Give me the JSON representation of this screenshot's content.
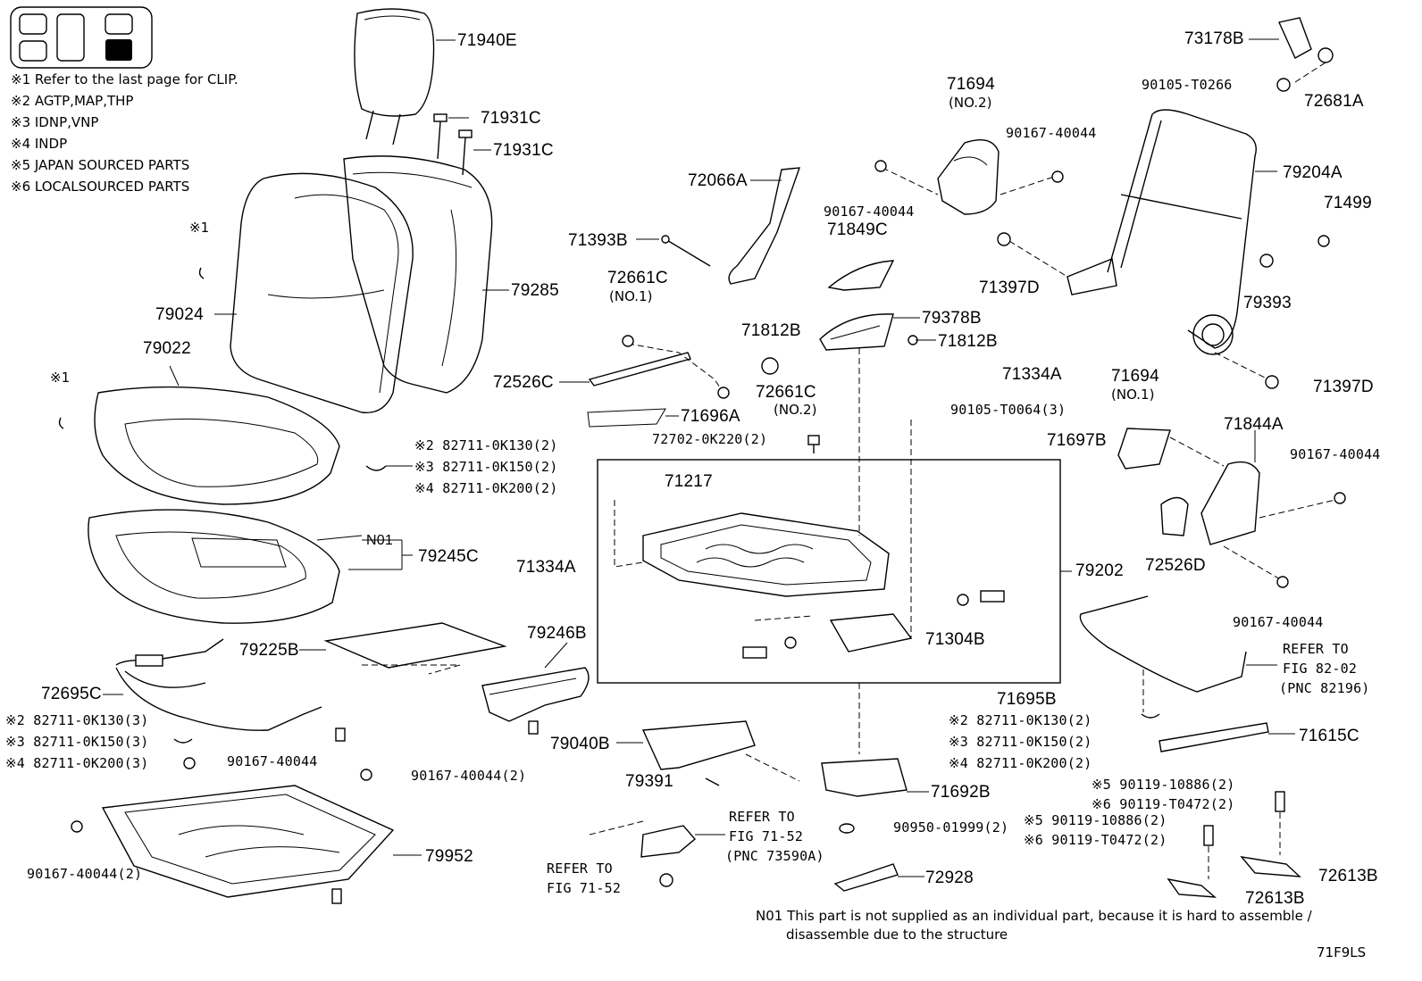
{
  "legend": {
    "notes": [
      "※1 Refer to the last page for CLIP.",
      "※2 AGTP,MAP,THP",
      "※3 IDNP,VNP",
      "※4 INDP",
      "※5 JAPAN SOURCED PARTS",
      "※6 LOCALSOURCED PARTS"
    ]
  },
  "labels": {
    "p71940E": "71940E",
    "p71931C_a": "71931C",
    "p71931C_b": "71931C",
    "p79285": "79285",
    "p79024": "79024",
    "p79022": "79022",
    "clip1_a": "※1",
    "clip1_b": "※1",
    "p82711_a": "※2 82711-0K130(2)",
    "p82711_b": "※3 82711-0K150(2)",
    "p82711_c": "※4 82711-0K200(2)",
    "pN01": "N01",
    "p79245C": "79245C",
    "p79225B": "79225B",
    "p72695C": "72695C",
    "p82711_d": "※2 82711-0K130(3)",
    "p82711_e": "※3 82711-0K150(3)",
    "p82711_f": "※4 82711-0K200(3)",
    "p90167_a": "90167-40044",
    "p90167_b": "90167-40044(2)",
    "p90167_c": "90167-40044(2)",
    "p79952": "79952",
    "p79246B": "79246B",
    "p72066A": "72066A",
    "p71393B": "71393B",
    "p72661C_a": "72661C",
    "no1_a": "(NO.1)",
    "p72526C": "72526C",
    "p72661C_b": "72661C",
    "no2_a": "(NO.2)",
    "p71696A": "71696A",
    "p72702": "72702-0K220(2)",
    "p71217": "71217",
    "p71334A_a": "71334A",
    "p71334A_b": "71334A",
    "p71694_a": "71694",
    "no2_b": "(NO.2)",
    "p90167_d": "90167-40044",
    "p90167_e": "90167-40044",
    "p71849C": "71849C",
    "p71812B_a": "71812B",
    "p71812B_b": "71812B",
    "p79378B": "79378B",
    "p90105_a": "90105-T0064(3)",
    "p71697B": "71697B",
    "p79202": "79202",
    "p71304B": "71304B",
    "p71695B": "71695B",
    "p82711_g": "※2 82711-0K130(2)",
    "p82711_h": "※3 82711-0K150(2)",
    "p82711_i": "※4 82711-0K200(2)",
    "p79040B": "79040B",
    "p79391": "79391",
    "p71692B": "71692B",
    "p90950": "90950-01999(2)",
    "refer_a1": "REFER TO",
    "refer_a2": "FIG 71-52",
    "refer_a3": "(PNC 73590A)",
    "refer_b1": "REFER TO",
    "refer_b2": "FIG 71-52",
    "p72928": "72928",
    "p73178B": "73178B",
    "p90105_b": "90105-T0266",
    "p72681A": "72681A",
    "p79204A": "79204A",
    "p71499": "71499",
    "p71397D_a": "71397D",
    "p79393": "79393",
    "p71397D_b": "71397D",
    "p71694_b": "71694",
    "no1_b": "(NO.1)",
    "p71844A": "71844A",
    "p90167_f": "90167-40044",
    "p72526D": "72526D",
    "p90167_g": "90167-40044",
    "refer_c1": "REFER TO",
    "refer_c2": "FIG 82-02",
    "refer_c3": "(PNC 82196)",
    "p71615C": "71615C",
    "p90119_a": "※5 90119-10886(2)",
    "p90119_b": "※6 90119-T0472(2)",
    "p90119_c": "※5 90119-10886(2)",
    "p90119_d": "※6 90119-T0472(2)",
    "p72613B_a": "72613B",
    "p72613B_b": "72613B",
    "footnote1": "N01 This part is not supplied as an individual part, because it is hard to assemble /",
    "footnote2": "disassemble due to the structure",
    "fig_code": "71F9LS"
  }
}
